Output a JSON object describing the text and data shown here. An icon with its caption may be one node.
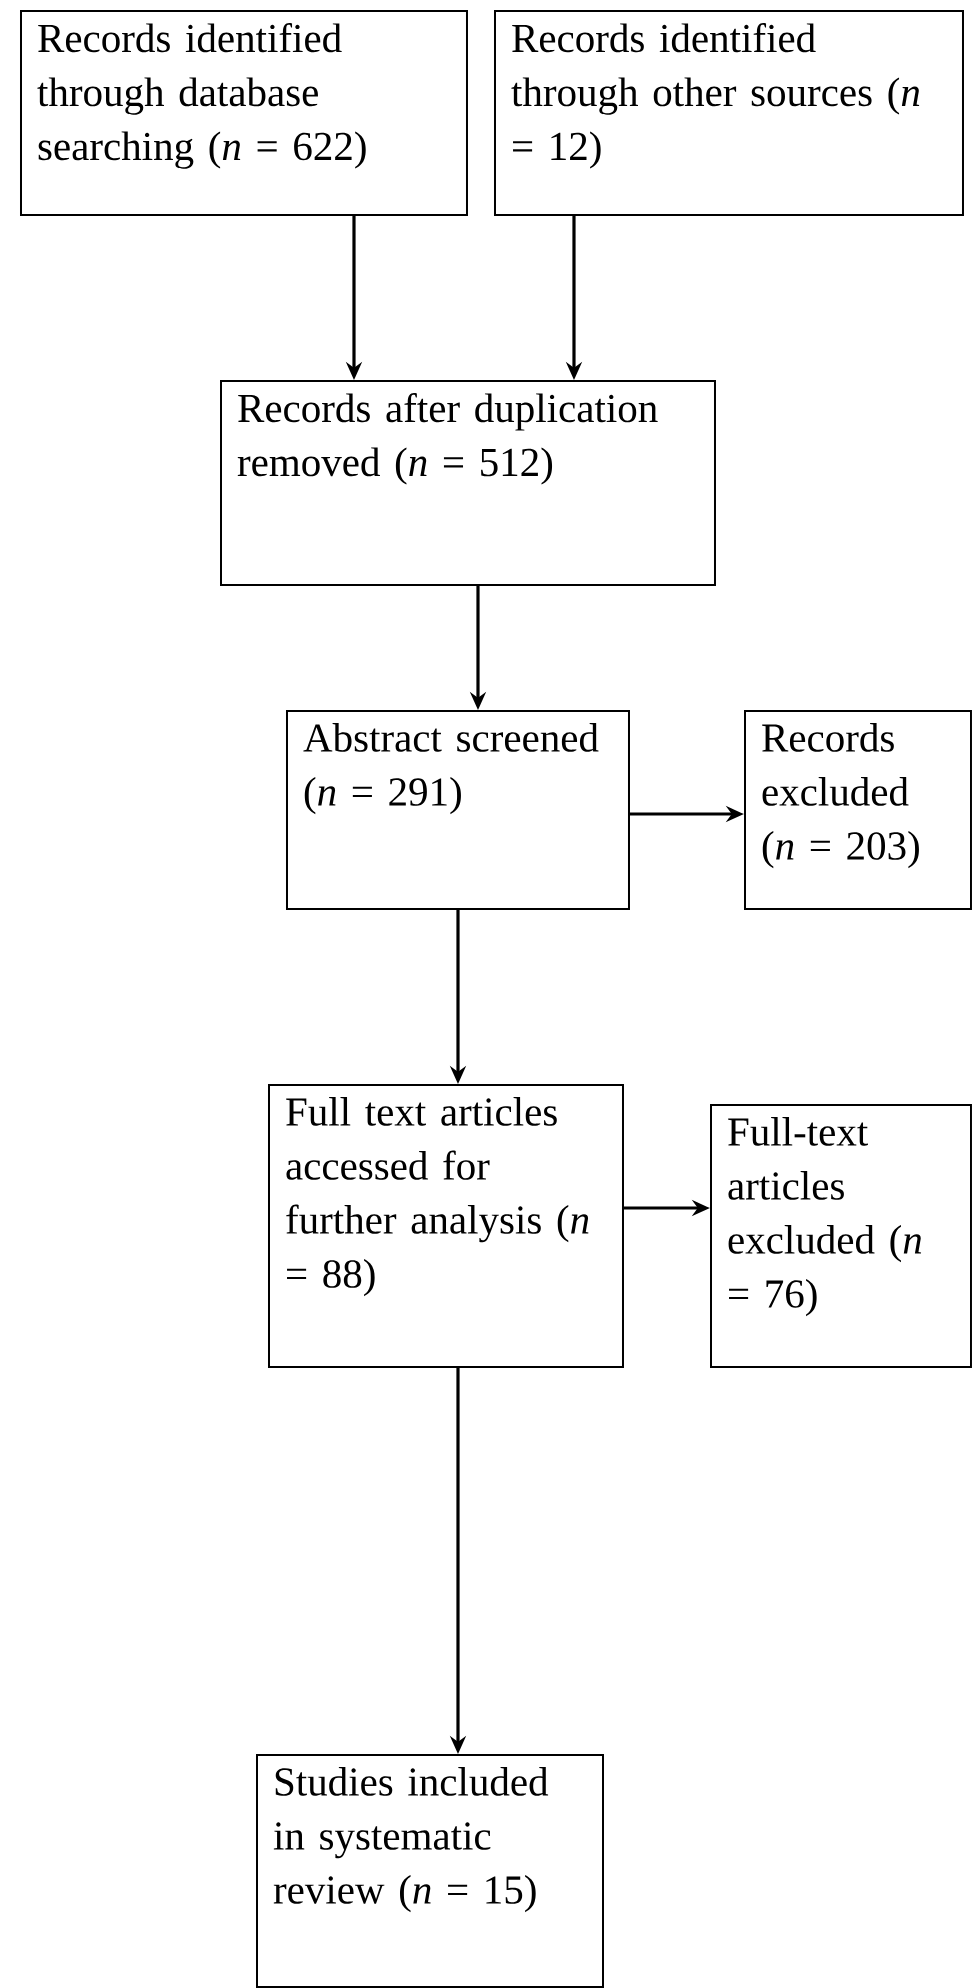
{
  "diagram": {
    "nodes": [
      {
        "text": [
          "Records identified through database searching (*n* = 622)"
        ]
      },
      {
        "text": [
          "Records identified through other sources (*n* = 12)"
        ]
      },
      {
        "text": [
          "Records after duplication removed (*n* = 512)"
        ]
      },
      {
        "text": [
          "Abstract screened (*n* = 291)"
        ]
      },
      {
        "text": [
          "Records excluded (*n* = 203)"
        ]
      },
      {
        "text": [
          "Full text articles accessed for further analysis (*n* = 88)"
        ]
      },
      {
        "text": [
          "Full-text articles excluded (*n* = 76)"
        ]
      },
      {
        "text": [
          "Studies included in systematic review (*n* = 15)"
        ]
      }
    ],
    "edges": [
      {
        "from": 0,
        "to": 2,
        "arrow": "to"
      },
      {
        "from": 1,
        "to": 2,
        "arrow": "to"
      },
      {
        "from": 2,
        "to": 3,
        "arrow": "to"
      },
      {
        "from": 3,
        "to": 4,
        "arrow": "to"
      },
      {
        "from": 3,
        "to": 5,
        "arrow": "to"
      },
      {
        "from": 5,
        "to": 6,
        "arrow": "to"
      },
      {
        "from": 5,
        "to": 7,
        "arrow": "to"
      }
    ]
  }
}
